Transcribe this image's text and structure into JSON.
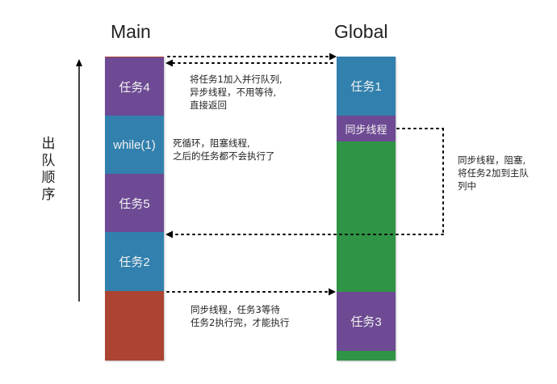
{
  "colors": {
    "purple": "#6d4a93",
    "blue": "#3180ad",
    "red": "#ac4434",
    "green": "#2f9445",
    "arrow": "#000000"
  },
  "axis": {
    "label_chars": [
      "出",
      "队",
      "顺",
      "序"
    ],
    "label": "出队顺序"
  },
  "main": {
    "title": "Main",
    "segments": [
      {
        "label": "任务4",
        "color": "purple"
      },
      {
        "label": "while(1)",
        "color": "blue"
      },
      {
        "label": "任务5",
        "color": "purple"
      },
      {
        "label": "任务2",
        "color": "blue"
      },
      {
        "label": "",
        "color": "red"
      }
    ]
  },
  "global": {
    "title": "Global",
    "segments": [
      {
        "label": "任务1",
        "color": "blue"
      },
      {
        "label": "同步线程",
        "color": "purple"
      },
      {
        "label": "",
        "color": "green"
      },
      {
        "label": "任务3",
        "color": "purple"
      },
      {
        "label": "",
        "color": "green"
      }
    ]
  },
  "notes": {
    "async": "将任务1加入并行队列,\n异步线程，不用等待,\n直接返回",
    "while_loop": "死循环，阻塞线程,\n之后的任务都不会执行了",
    "sync_block": "同步线程，阻塞,\n将任务2加到主队\n列中",
    "sync_wait": "同步线程，任务3等待\n任务2执行完，才能执行"
  }
}
